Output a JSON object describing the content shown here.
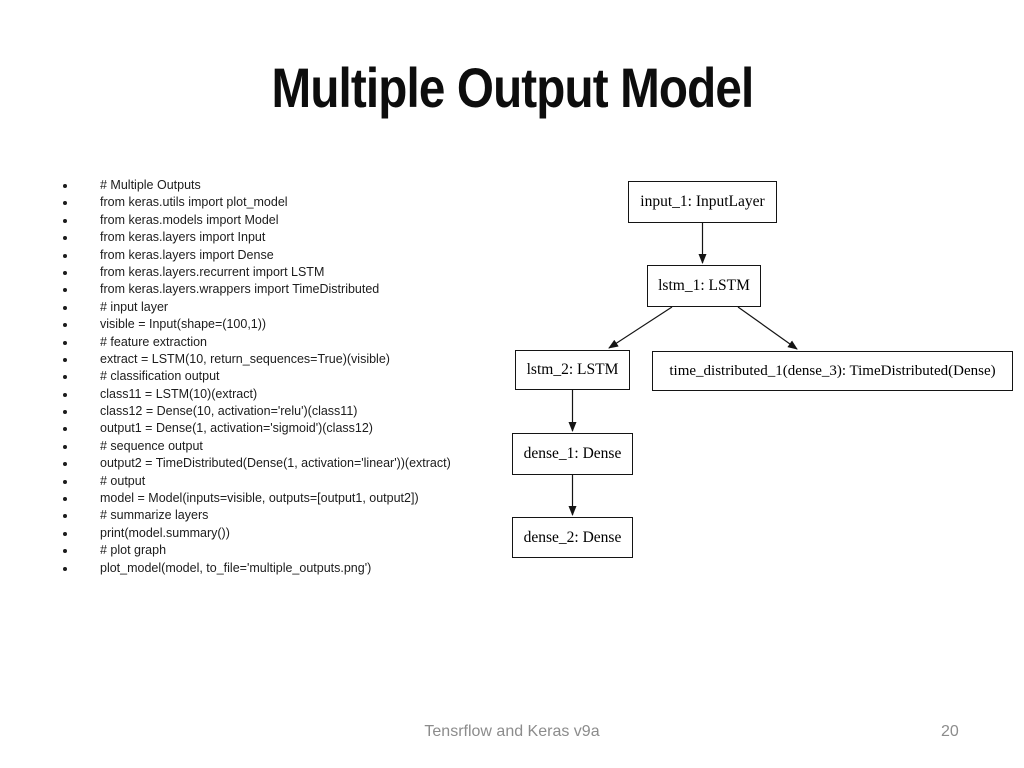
{
  "slide": {
    "title": "Multiple Output Model",
    "bullets": [
      "# Multiple Outputs",
      "from keras.utils import plot_model",
      "from keras.models import Model",
      "from keras.layers import Input",
      "from keras.layers import Dense",
      "from keras.layers.recurrent import LSTM",
      "from keras.layers.wrappers import TimeDistributed",
      "# input layer",
      "visible = Input(shape=(100,1))",
      "# feature extraction",
      "extract = LSTM(10, return_sequences=True)(visible)",
      "# classification output",
      "class11 = LSTM(10)(extract)",
      "class12 = Dense(10, activation='relu')(class11)",
      "output1 = Dense(1, activation='sigmoid')(class12)",
      "# sequence output",
      "output2 = TimeDistributed(Dense(1, activation='linear'))(extract)",
      "# output",
      "model = Model(inputs=visible, outputs=[output1, output2])",
      "# summarize layers",
      "print(model.summary())",
      "# plot graph",
      "plot_model(model, to_file='multiple_outputs.png')"
    ],
    "footer": {
      "label": "Tensrflow and Keras v9a",
      "page_number": "20"
    }
  },
  "diagram": {
    "nodes": [
      {
        "id": "input_1",
        "label": "input_1: InputLayer"
      },
      {
        "id": "lstm_1",
        "label": "lstm_1: LSTM"
      },
      {
        "id": "lstm_2",
        "label": "lstm_2: LSTM"
      },
      {
        "id": "time_distributed_1",
        "label": "time_distributed_1(dense_3): TimeDistributed(Dense)"
      },
      {
        "id": "dense_1",
        "label": "dense_1: Dense"
      },
      {
        "id": "dense_2",
        "label": "dense_2: Dense"
      }
    ],
    "edges": [
      {
        "from": "input_1",
        "to": "lstm_1"
      },
      {
        "from": "lstm_1",
        "to": "lstm_2"
      },
      {
        "from": "lstm_1",
        "to": "time_distributed_1"
      },
      {
        "from": "lstm_2",
        "to": "dense_1"
      },
      {
        "from": "dense_1",
        "to": "dense_2"
      }
    ]
  },
  "colors": {
    "background": "#ffffff",
    "text": "#1c1c1c",
    "muted": "#8c8c8c",
    "node_border": "#141414"
  }
}
